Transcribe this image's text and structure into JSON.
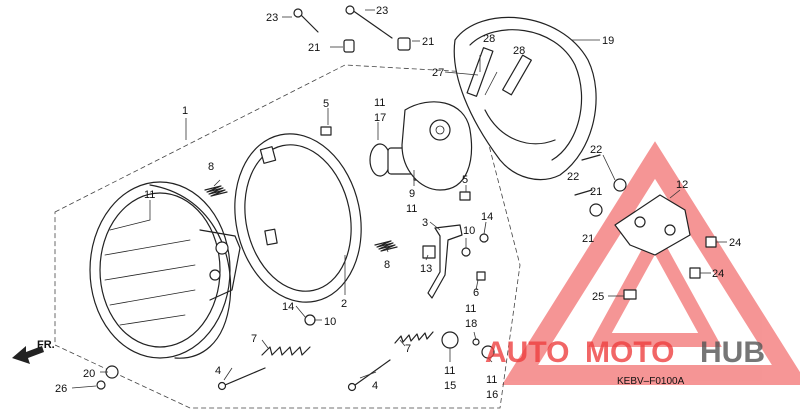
{
  "diagram": {
    "drawing_code": "KEBV–F0100A",
    "direction_label": "FR.",
    "callouts": {
      "c1": "1",
      "c2": "2",
      "c3": "3",
      "c4a": "4",
      "c4b": "4",
      "c5a": "5",
      "c5b": "5",
      "c6": "6",
      "c7a": "7",
      "c7b": "7",
      "c8a": "8",
      "c8b": "8",
      "c9": "9",
      "c10a": "10",
      "c10b": "10",
      "c11a": "11",
      "c11b": "11",
      "c11c": "11",
      "c11d": "11",
      "c11e": "11",
      "c11f": "11",
      "c12": "12",
      "c13": "13",
      "c14a": "14",
      "c14b": "14",
      "c15": "15",
      "c16": "16",
      "c17": "17",
      "c18": "18",
      "c19": "19",
      "c20": "20",
      "c21a": "21",
      "c21b": "21",
      "c21c": "21",
      "c21d": "21",
      "c22a": "22",
      "c22b": "22",
      "c23a": "23",
      "c23b": "23",
      "c24a": "24",
      "c24b": "24",
      "c25": "25",
      "c26": "26",
      "c27": "27",
      "c28a": "28",
      "c28b": "28"
    }
  },
  "watermark": {
    "word_1": "AUTO",
    "word_2": "MOTO",
    "word_3": "HUB",
    "color_red": "#ee4040",
    "color_dark": "#555555"
  }
}
